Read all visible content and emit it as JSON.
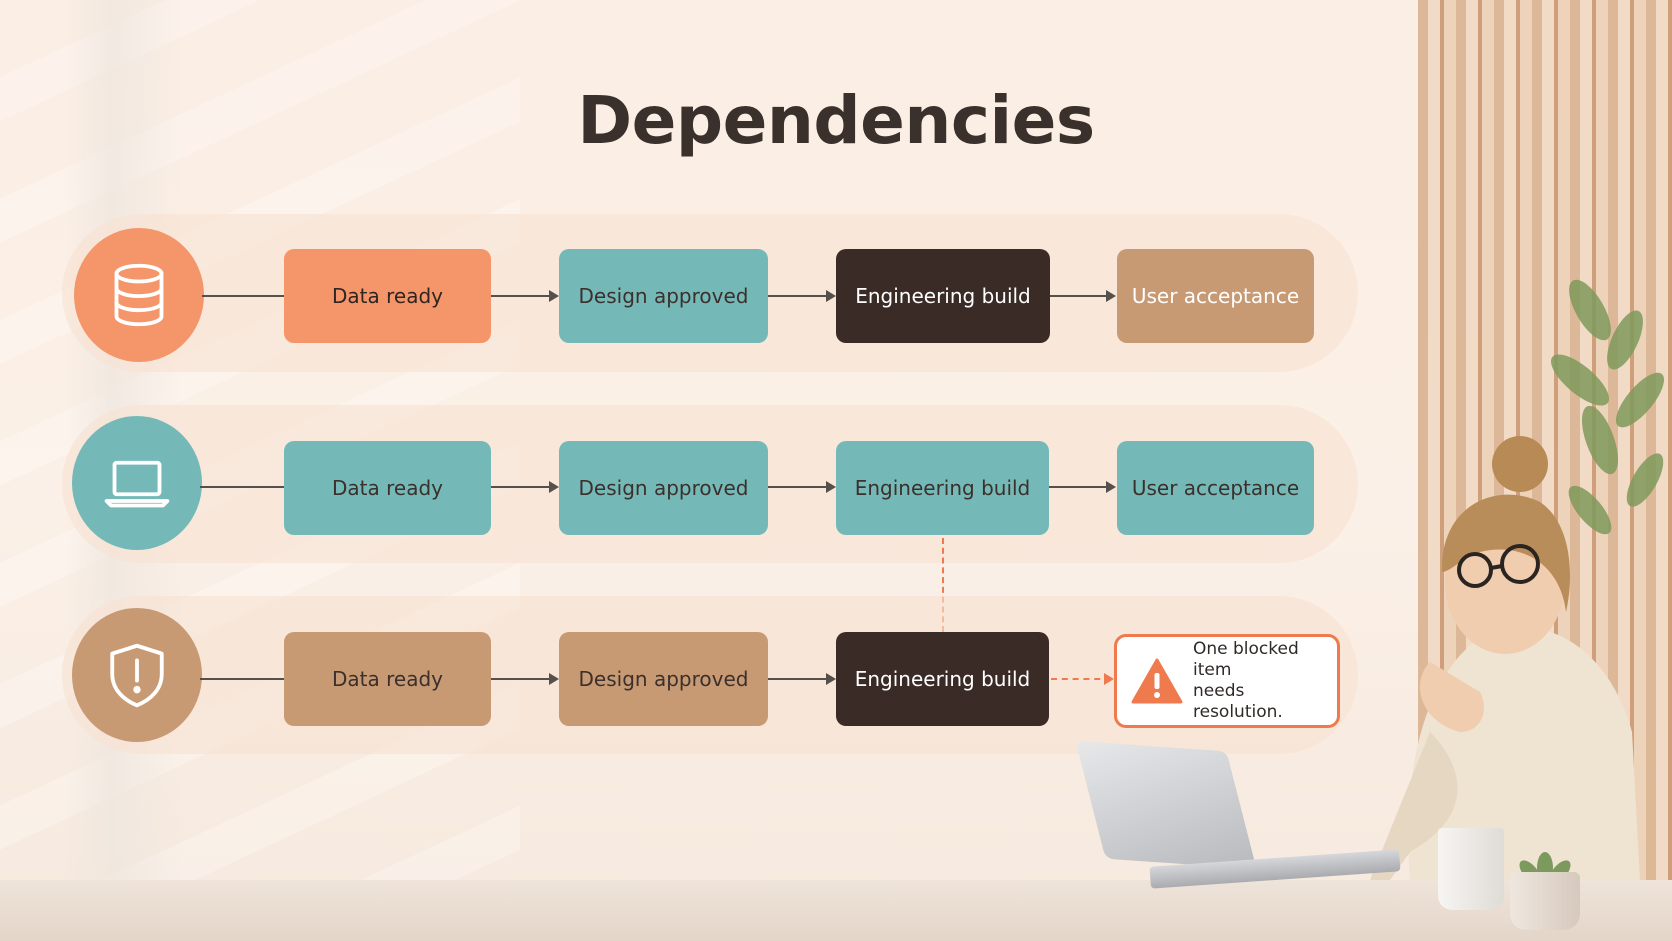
{
  "title": "Dependencies",
  "colors": {
    "orange": "#f4956a",
    "teal": "#74b9b8",
    "dark": "#3a2b27",
    "tan": "#c89a74",
    "alert": "#ee7a4d"
  },
  "lanes": [
    {
      "icon": "database-icon",
      "steps": [
        {
          "label": "Data ready",
          "color": "orange"
        },
        {
          "label": "Design approved",
          "color": "teal"
        },
        {
          "label": "Engineering build",
          "color": "dark"
        },
        {
          "label": "User acceptance",
          "color": "tan"
        }
      ]
    },
    {
      "icon": "laptop-icon",
      "steps": [
        {
          "label": "Data ready",
          "color": "teal"
        },
        {
          "label": "Design approved",
          "color": "teal"
        },
        {
          "label": "Engineering build",
          "color": "teal"
        },
        {
          "label": "User acceptance",
          "color": "teal"
        }
      ]
    },
    {
      "icon": "shield-alert-icon",
      "steps": [
        {
          "label": "Data ready",
          "color": "tan"
        },
        {
          "label": "Design approved",
          "color": "tan"
        },
        {
          "label": "Engineering build",
          "color": "dark"
        }
      ]
    }
  ],
  "alert": {
    "icon": "warning-triangle-icon",
    "line1": "One blocked item",
    "line2": "needs resolution."
  }
}
